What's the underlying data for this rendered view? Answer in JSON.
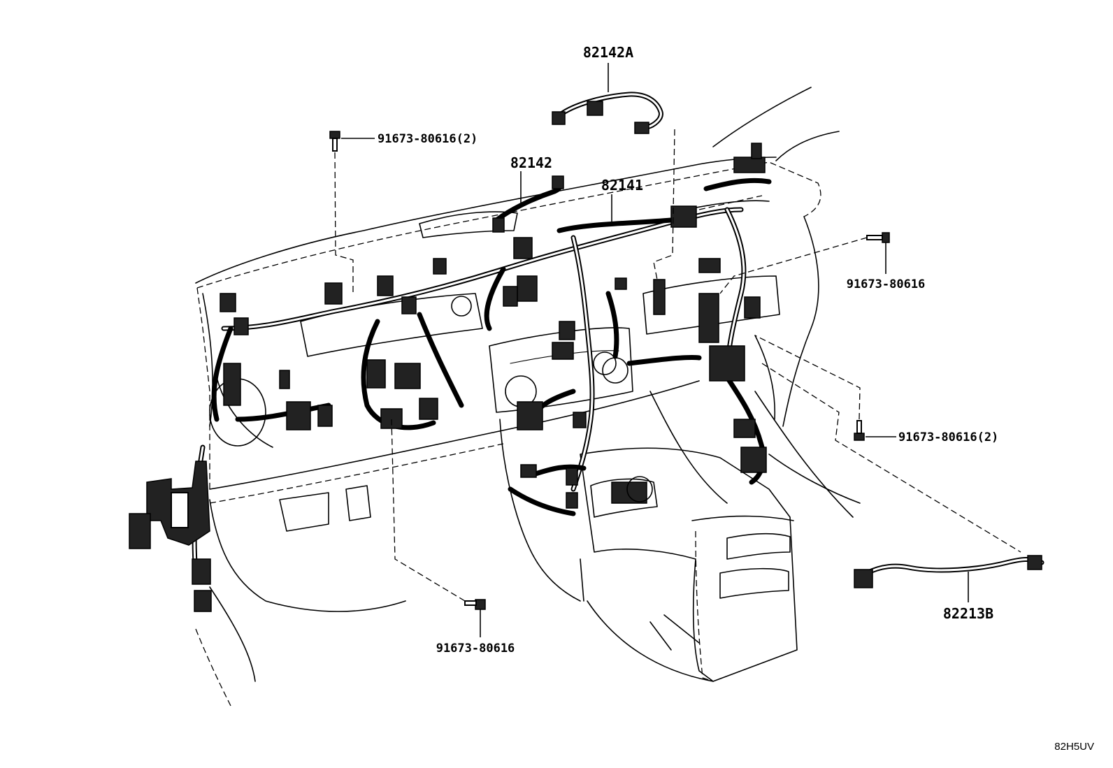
{
  "labels": {
    "harness_82142A": "82142A",
    "harness_82142": "82142",
    "harness_82141": "82141",
    "harness_82213B": "82213B",
    "bolt_top_left": "91673-80616(2)",
    "bolt_right_upper": "91673-80616",
    "bolt_right_lower": "91673-80616(2)",
    "bolt_bottom_center": "91673-80616"
  },
  "diagram_code": "82H5UV"
}
